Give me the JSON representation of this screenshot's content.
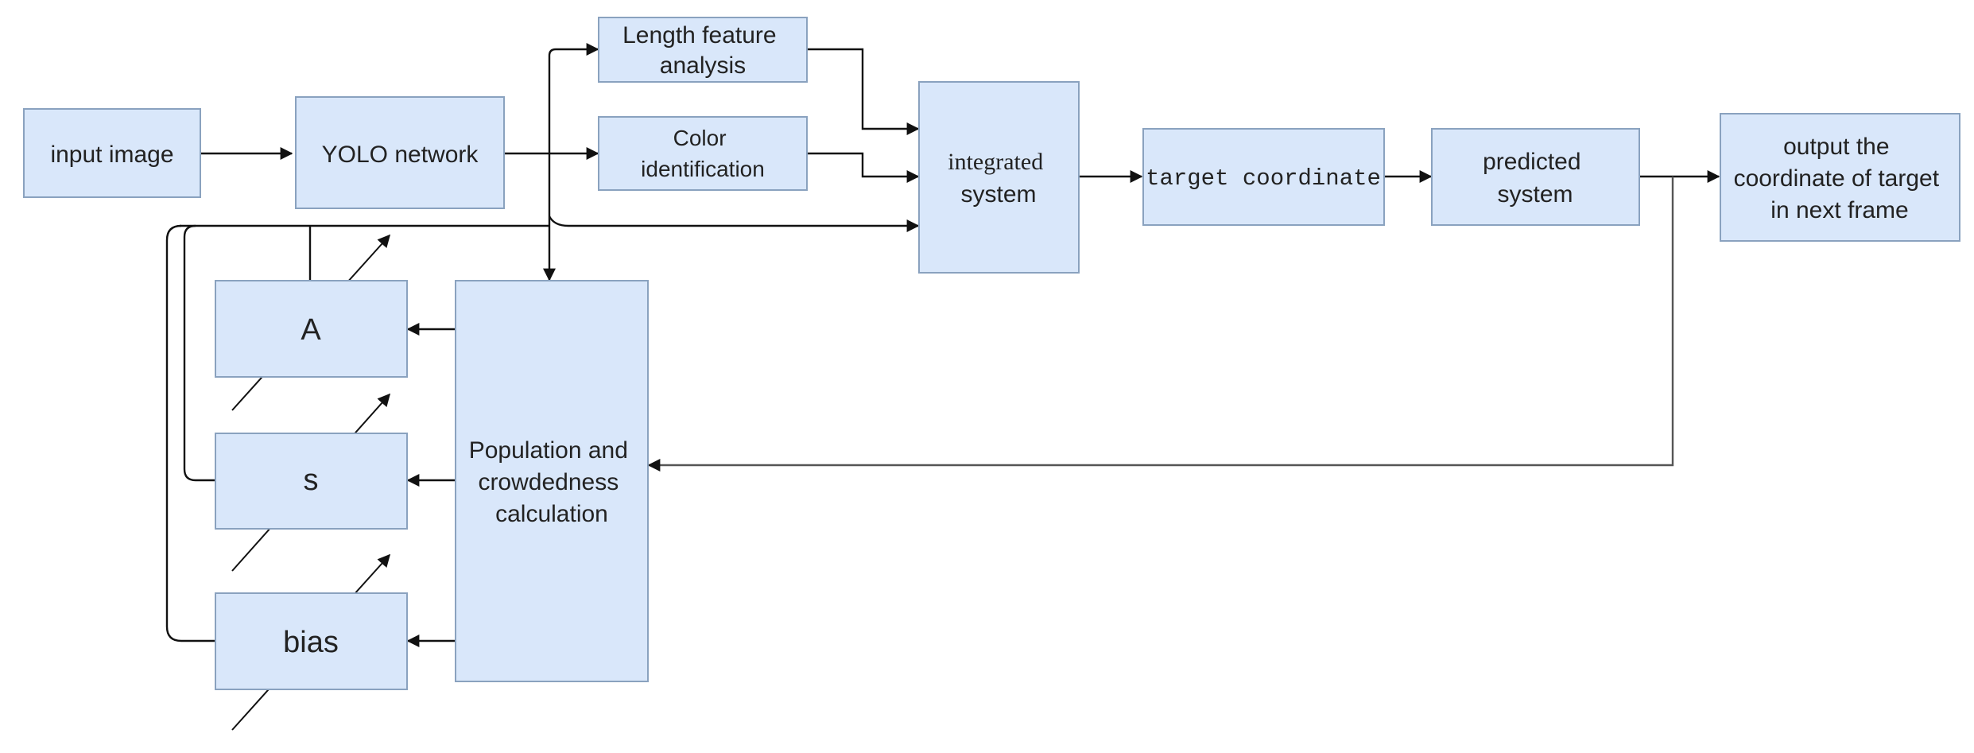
{
  "nodes": {
    "input_image": {
      "lines": [
        "input image"
      ]
    },
    "yolo_network": {
      "lines": [
        "YOLO network"
      ]
    },
    "length_feature": {
      "lines": [
        "Length feature",
        "analysis"
      ]
    },
    "color_identification": {
      "lines": [
        "Color",
        "identification"
      ]
    },
    "integrated_system": {
      "lines": [
        "integrated",
        "system"
      ]
    },
    "target_coordinate": {
      "lines": [
        "target coordinate"
      ]
    },
    "predicted_system": {
      "lines": [
        "predicted",
        "system"
      ]
    },
    "output_coordinate": {
      "lines": [
        "output the",
        "coordinate of target",
        "in next frame"
      ]
    },
    "param_a": {
      "lines": [
        "A"
      ]
    },
    "param_s": {
      "lines": [
        "s"
      ]
    },
    "param_bias": {
      "lines": [
        "bias"
      ]
    },
    "population_calc": {
      "lines": [
        "Population and",
        "crowdedness",
        "calculation"
      ]
    }
  },
  "colors": {
    "box_fill": "#d9e7fa",
    "box_stroke": "#8aa2bf",
    "line": "#111111"
  }
}
